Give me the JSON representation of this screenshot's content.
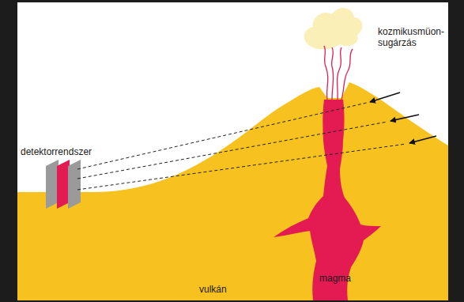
{
  "diagram": {
    "labels": [
      "kozmikusmüon-sugárzás",
      "detektorrendszer",
      "magma",
      "vulkán"
    ]
  }
}
